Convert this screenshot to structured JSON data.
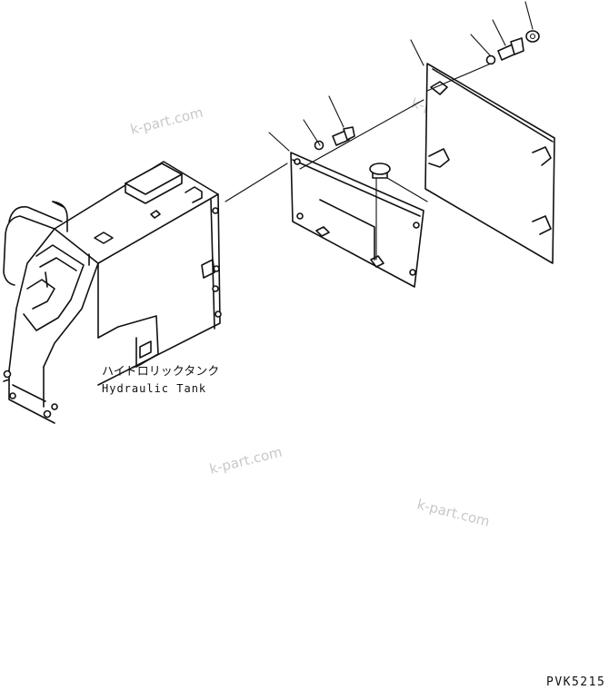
{
  "labels": {
    "tank_jp": "ハイドロリックタンク",
    "tank_en": "Hydraulic Tank",
    "drawing_code": "PVK5215"
  },
  "watermarks": [
    "k-part.com",
    "k-part.com",
    "k-part.com",
    "k-part.com"
  ]
}
